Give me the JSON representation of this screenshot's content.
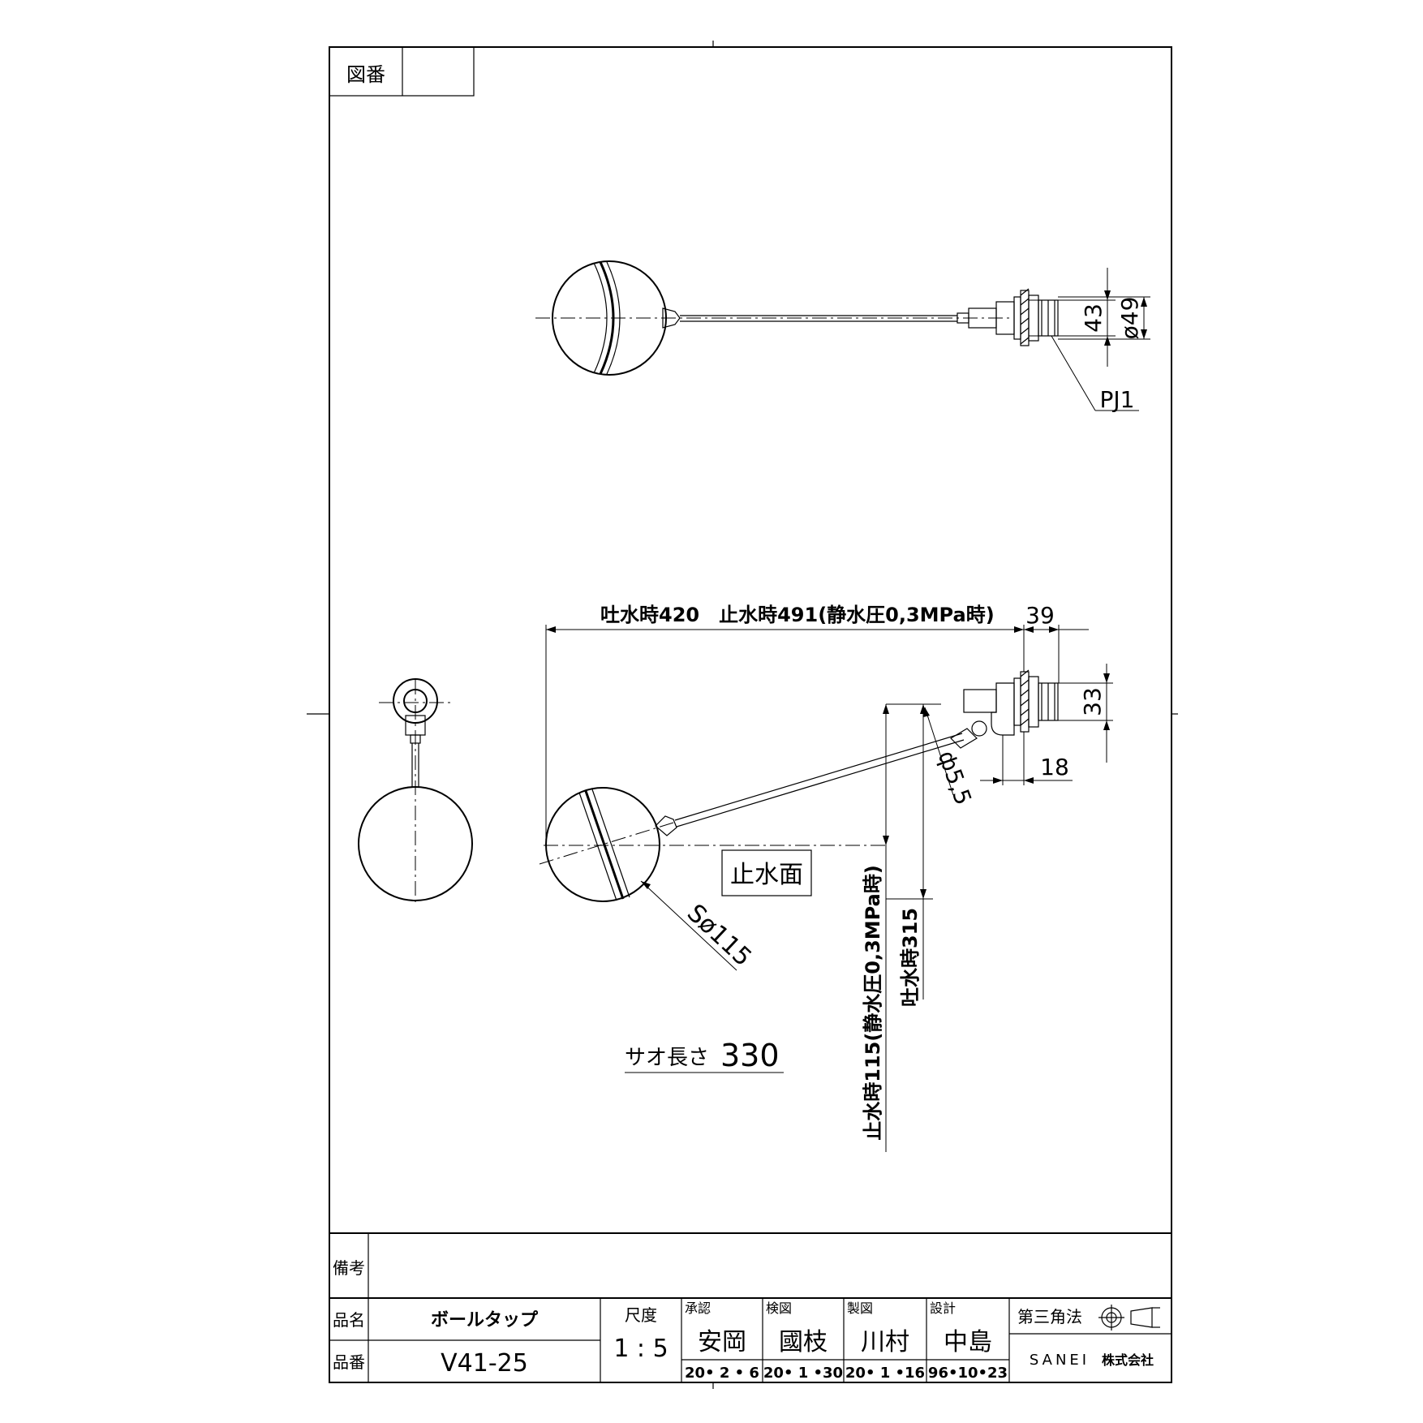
{
  "drawing_number": {
    "label": "図番",
    "value": ""
  },
  "dimensions_top_view": {
    "height_43": "43",
    "dia_49": "ø49",
    "thread": "PJ1"
  },
  "dimensions_side_view": {
    "length": "吐水時420　止水時491(静水圧0,3MPa時)",
    "flange_39": "39",
    "height_33": "33",
    "offset_18": "18",
    "rod_dia": "ф5,5",
    "water_level_box": "止水面",
    "ball_dia": "Sø115",
    "stop_height": "止水時115(静水圧0,3MPa時)",
    "discharge_height": "吐水時315",
    "rod_length": "サオ長さ",
    "rod_length_value": "330"
  },
  "title_block": {
    "remarks_label": "備考",
    "remarks_value": "",
    "product_name_label": "品名",
    "product_name": "ボールタップ",
    "product_no_label": "品番",
    "product_no": "V41-25",
    "scale_label": "尺度",
    "scale": "1 : 5",
    "approval_label": "承認",
    "approval_name": "安岡",
    "approval_date": "20• 2 • 6",
    "check_label": "検図",
    "check_name": "國枝",
    "check_date": "20• 1 •30",
    "draw_label": "製図",
    "draw_name": "川村",
    "draw_date": "20• 1 •16",
    "design_label": "設計",
    "design_name": "中島",
    "design_date": "96•10•23",
    "projection": "第三角法",
    "company": "SANEI",
    "company_suffix": "株式会社"
  }
}
